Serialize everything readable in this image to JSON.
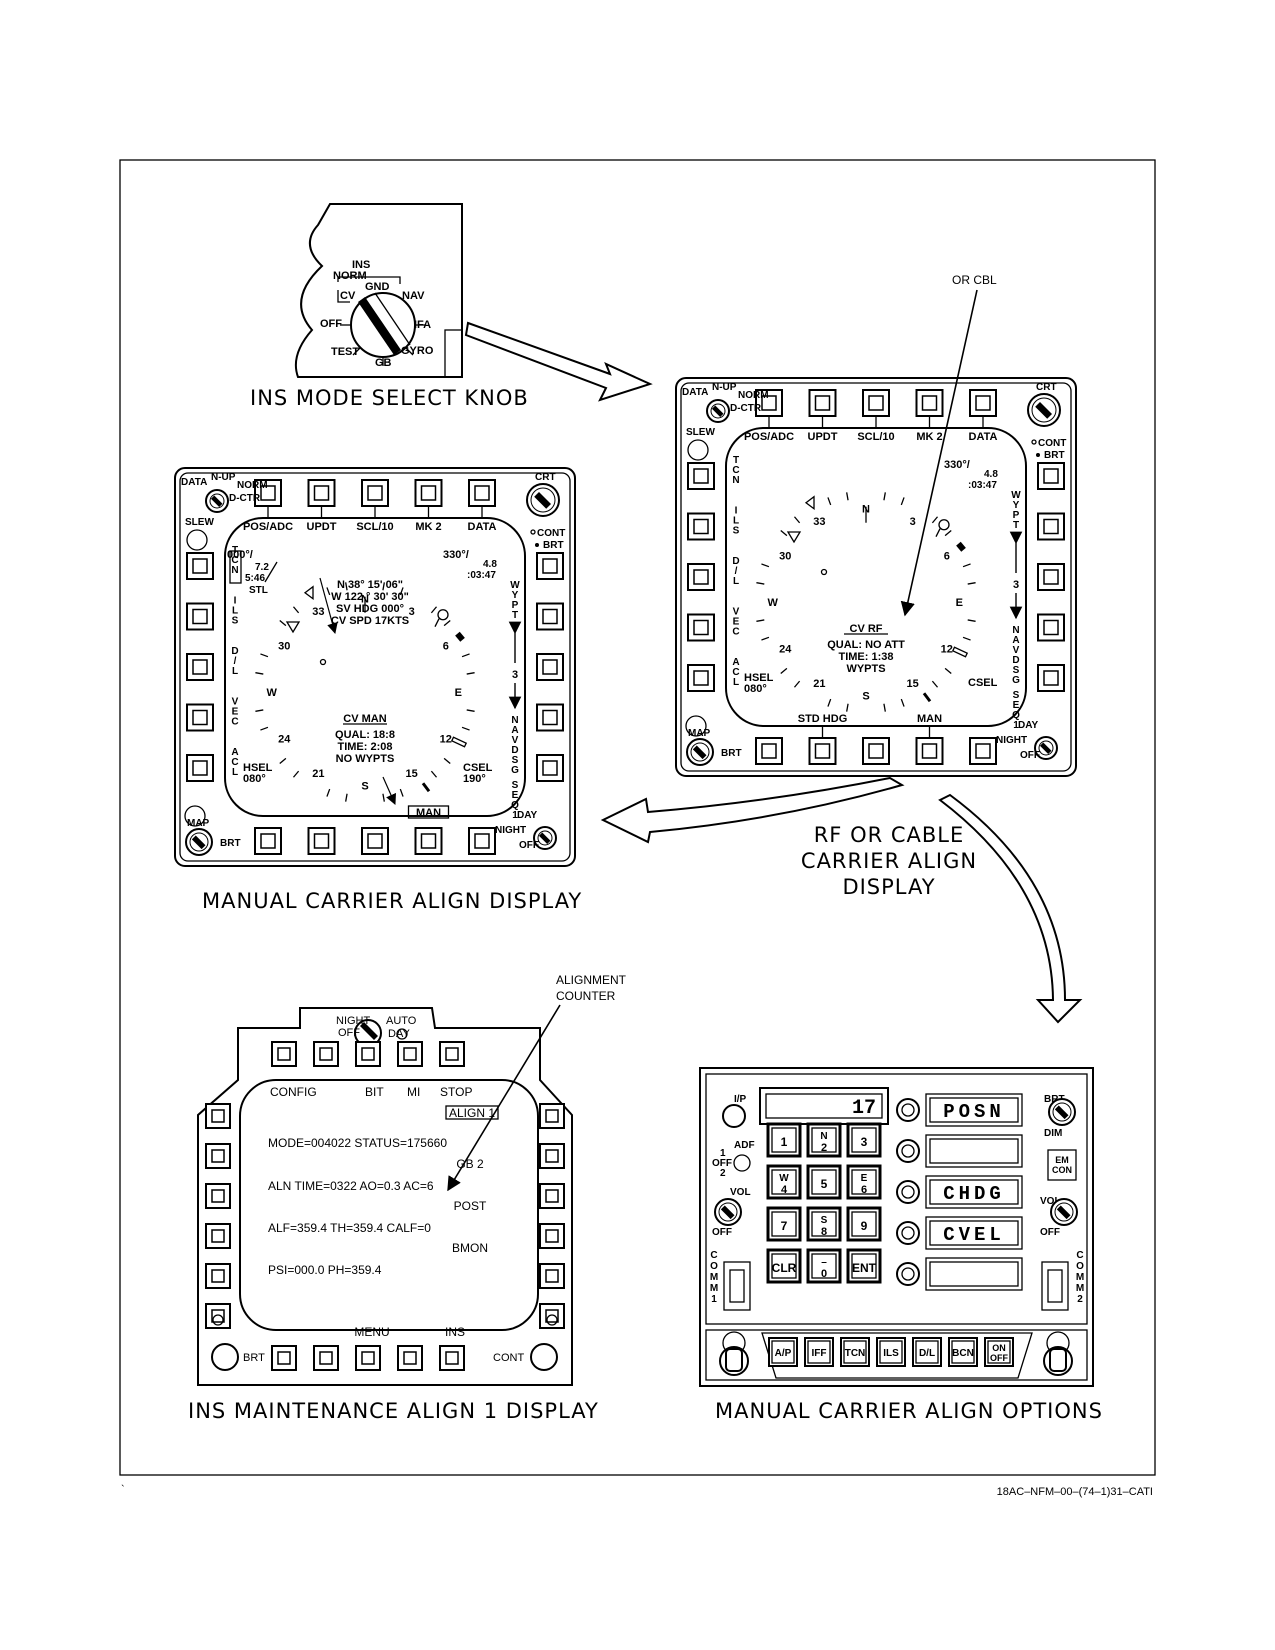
{
  "knob": {
    "title": "INS",
    "labels": [
      "NORM",
      "GND",
      "CV",
      "NAV",
      "OFF",
      "IFA",
      "TEST",
      "GYRO",
      "GB"
    ],
    "caption": "INS MODE SELECT KNOB"
  },
  "manual_display": {
    "caption": "MANUAL CARRIER ALIGN DISPLAY",
    "corner_tl": [
      "DATA",
      "N-UP",
      "NORM",
      "D-CTR",
      "SLEW"
    ],
    "corner_tr": [
      "CRT",
      "CONT",
      "BRT"
    ],
    "corner_bl": [
      "MAP",
      "BRT"
    ],
    "corner_br": [
      "DAY",
      "NIGHT",
      "OFF"
    ],
    "top_options": [
      "POS/ADC",
      "UPDT",
      "SCL/10",
      "MK 2",
      "DATA"
    ],
    "left_options": [
      "T\nC\nN",
      "I\nL\nS",
      "D\n/\nL",
      "V\nE\nC",
      "A\nC\nL"
    ],
    "right_labels": [
      "W\nY\nP\nT",
      "3",
      "N\nA\nV\nD\nS\nG",
      "S\nE\nQ\n1"
    ],
    "top_left_readout": [
      "000°/",
      "7.2",
      "5:46",
      "STL"
    ],
    "top_right_readout": [
      "330°/",
      "4.8",
      ":03:47"
    ],
    "compass": [
      "N",
      "3",
      "6",
      "E",
      "12",
      "15",
      "S",
      "21",
      "24",
      "W",
      "30",
      "33"
    ],
    "position": [
      "N 38° 15' 06\"",
      "W 122 ° 30' 30\"",
      "SV HDG 000°",
      "CV SPD 17KTS"
    ],
    "status_title": "CV MAN",
    "status_lines": [
      "QUAL: 18:8",
      "TIME: 2:08",
      "NO WYPTS"
    ],
    "hsel": [
      "HSEL",
      "080°"
    ],
    "csel": [
      "CSEL",
      "190°"
    ],
    "bottom_box": "MAN"
  },
  "rf_display": {
    "caption": [
      "RF OR CABLE",
      "CARRIER ALIGN",
      "DISPLAY"
    ],
    "callout": "OR CBL",
    "top_options": [
      "POS/ADC",
      "UPDT",
      "SCL/10",
      "MK 2",
      "DATA"
    ],
    "corner_tl": [
      "DATA",
      "N-UP",
      "NORM",
      "D-CTR",
      "SLEW"
    ],
    "corner_tr": [
      "CRT",
      "CONT",
      "BRT"
    ],
    "corner_bl": [
      "MAP",
      "BRT"
    ],
    "corner_br": [
      "DAY",
      "NIGHT",
      "OFF"
    ],
    "left_options": [
      "T\nC\nN",
      "I\nL\nS",
      "D\n/\nL",
      "V\nE\nC",
      "A\nC\nL"
    ],
    "right_labels": [
      "W\nY\nP\nT",
      "3",
      "N\nA\nV\nD\nS\nG",
      "S\nE\nQ\n1"
    ],
    "top_right_readout": [
      "330°/",
      "4.8",
      ":03:47"
    ],
    "compass": [
      "N",
      "3",
      "6",
      "E",
      "12",
      "15",
      "S",
      "21",
      "24",
      "W",
      "30",
      "33"
    ],
    "status_title": "CV RF",
    "status_lines": [
      "QUAL: NO ATT",
      "TIME: 1:38",
      "WYPTS"
    ],
    "hsel": [
      "HSEL",
      "080°"
    ],
    "csel": "CSEL",
    "bottom_options": [
      "STD HDG",
      "MAN"
    ]
  },
  "ins_display": {
    "caption": "INS MAINTENANCE ALIGN 1 DISPLAY",
    "callout": [
      "ALIGNMENT",
      "COUNTER"
    ],
    "knob_labels": [
      "NIGHT",
      "OFF",
      "AUTO",
      "DAY"
    ],
    "top_options": [
      "CONFIG",
      "BIT",
      "MI",
      "STOP"
    ],
    "box": "ALIGN 1",
    "lines": [
      "MODE=004022  STATUS=175660",
      "ALN TIME=0322  AO=0.3  AC=6",
      "ALF=359.4  TH=359.4  CALF=0",
      "PSI=000.0  PH=359.4"
    ],
    "right_options": [
      "GB 2",
      "POST",
      "BMON"
    ],
    "bottom_options": [
      "MENU",
      "INS"
    ],
    "bottom_corners": [
      "BRT",
      "CONT"
    ]
  },
  "ufc": {
    "caption": "MANUAL CARRIER ALIGN OPTIONS",
    "scratchpad": "17",
    "options": [
      "POSN",
      "",
      "CHDG",
      "CVEL",
      ""
    ],
    "keys": [
      [
        "1",
        ""
      ],
      [
        "2",
        "N"
      ],
      [
        "3",
        ""
      ],
      [
        "4",
        "W"
      ],
      [
        "5",
        ""
      ],
      [
        "6",
        "E"
      ],
      [
        "7",
        ""
      ],
      [
        "8",
        "S"
      ],
      [
        "9",
        ""
      ],
      [
        "CLR",
        ""
      ],
      [
        "0",
        "–"
      ],
      [
        "ENT",
        ""
      ]
    ],
    "left_labels": [
      "I/P",
      "ADF",
      "1",
      "OFF",
      "2",
      "VOL",
      "OFF",
      "C\nO\nM\nM\n1"
    ],
    "right_labels": [
      "BRT",
      "DIM",
      "EM\nCON",
      "VOL",
      "OFF",
      "C\nO\nM\nM\n2"
    ],
    "bottom_keys": [
      "A/P",
      "IFF",
      "TCN",
      "ILS",
      "D/L",
      "BCN",
      "ON\nOFF"
    ]
  },
  "figure_id": "18AC–NFM–00–(74–1)31–CATI"
}
